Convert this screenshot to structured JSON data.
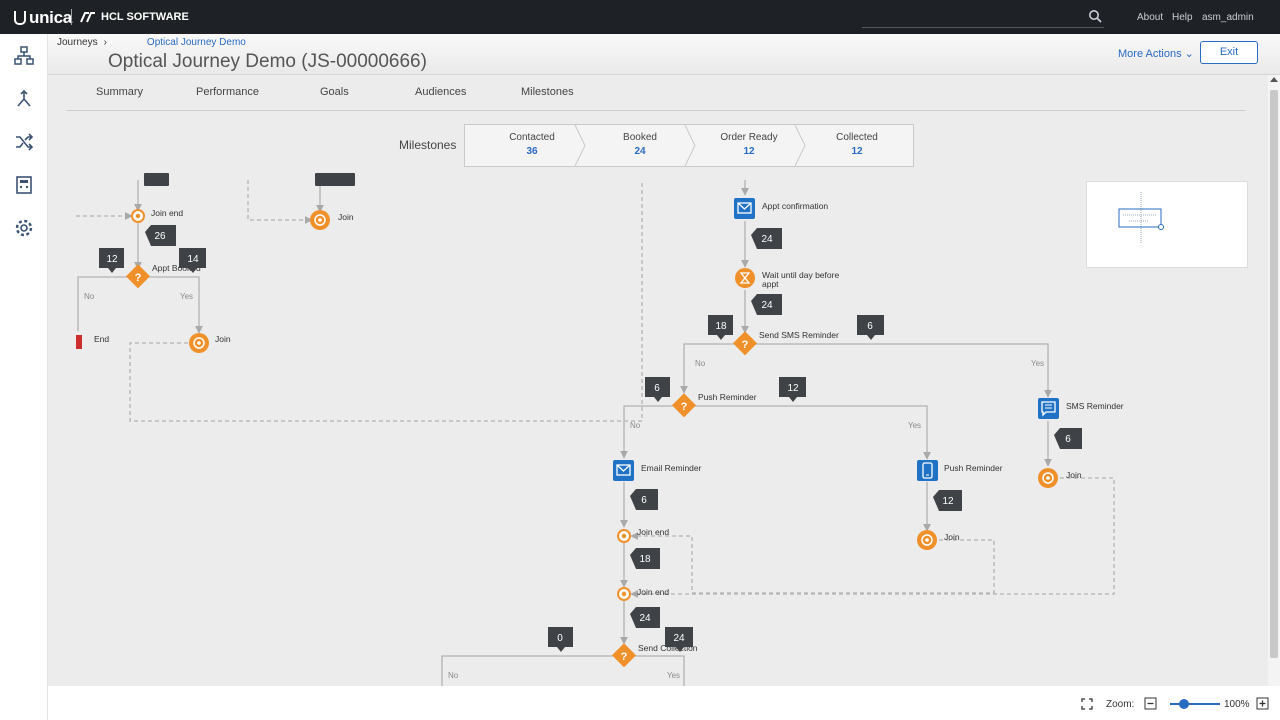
{
  "topbar": {
    "brand": "unica",
    "company": "HCL SOFTWARE",
    "links": {
      "about": "About",
      "help": "Help",
      "user": "asm_admin"
    }
  },
  "header": {
    "breadcrumb_root": "Journeys",
    "breadcrumb_current": "Optical Journey Demo",
    "title": "Optical Journey Demo (JS-00000666)",
    "more_actions": "More Actions",
    "exit": "Exit"
  },
  "tabs": [
    "Summary",
    "Performance",
    "Goals",
    "Audiences",
    "Milestones"
  ],
  "milestones": {
    "label": "Milestones",
    "items": [
      {
        "label": "Contacted",
        "value": "36"
      },
      {
        "label": "Booked",
        "value": "24"
      },
      {
        "label": "Order Ready",
        "value": "12"
      },
      {
        "label": "Collected",
        "value": "12"
      }
    ]
  },
  "flow": {
    "labels": {
      "join_end": "Join end",
      "join": "Join",
      "end": "End",
      "appt_booked": "Appt Booked",
      "appt_confirmation": "Appt confirmation",
      "wait": "Wait until day before",
      "wait2": "appt",
      "send_sms": "Send SMS Reminder",
      "push_decision": "Push Reminder",
      "sms_reminder": "SMS Reminder",
      "email_reminder": "Email Reminder",
      "push_reminder": "Push Reminder",
      "send_collection": "Send Collection",
      "yes": "Yes",
      "no": "No"
    },
    "counts": {
      "c26": "26",
      "c12a": "12",
      "c14": "14",
      "c24a": "24",
      "c24b": "24",
      "c18a": "18",
      "c6a": "6",
      "c6b": "6",
      "c12b": "12",
      "c6c": "6",
      "c6d": "6",
      "c12c": "12",
      "c18b": "18",
      "c24c": "24",
      "c0": "0",
      "c24d": "24"
    }
  },
  "zoom": {
    "label": "Zoom:",
    "value": "100%"
  },
  "colors": {
    "accent": "#2a6bc2",
    "node_orange": "#f0902a",
    "counter": "#3f4347"
  }
}
